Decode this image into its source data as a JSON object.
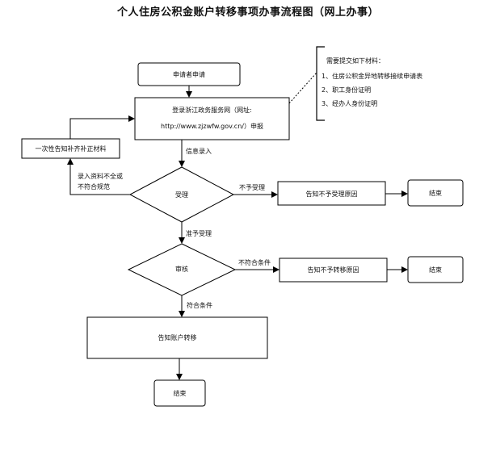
{
  "title": "个人住房公积金账户转移事项办事流程图（网上办事）",
  "nodes": {
    "apply": "申请者申请",
    "submit_line1": "登录浙江政务服务网（网址:",
    "submit_line2": "http://www.zjzwfw.gov.cn/）申报",
    "supplement": "一次性告知补齐补正材料",
    "accept": "受理",
    "not_accept_notice": "告知不予受理原因",
    "end1": "结束",
    "review": "审核",
    "not_transfer_notice": "告知不予转移原因",
    "end2": "结束",
    "notify_transfer": "告知账户转移",
    "end3": "结束"
  },
  "edges": {
    "info_entry": "信息录入",
    "incomplete_line1": "录入资料不全或",
    "incomplete_line2": "不符合规范",
    "not_accept": "不予受理",
    "accepted": "准予受理",
    "not_qualified": "不符合条件",
    "qualified": "符合条件"
  },
  "materials": {
    "heading": "需要提交如下材料：",
    "items": [
      "1、住房公积金异地转移接续申请表",
      "2、职工身份证明",
      "3、经办人身份证明"
    ]
  }
}
